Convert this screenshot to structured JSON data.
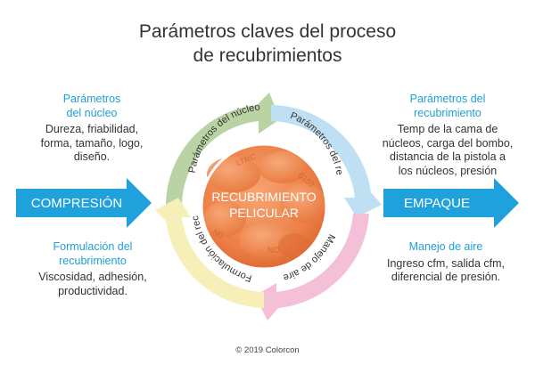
{
  "title": {
    "line1": "Parámetros claves del proceso",
    "line2": "de recubrimientos"
  },
  "left_arrow": {
    "label": "COMPRESIÓN",
    "color": "#1fa2dc"
  },
  "right_arrow": {
    "label": "EMPAQUE",
    "color": "#1fa2dc"
  },
  "center": {
    "line1": "RECUBRIMIENTO",
    "line2": "PELICULAR",
    "tablet_color": "#f0884f"
  },
  "cycle": [
    {
      "label": "Parámetros del núcleo",
      "color": "#b9d3a4"
    },
    {
      "label_line1": "Parámetros del",
      "label_line2": "recubrimiento",
      "color": "#bfe0f3"
    },
    {
      "label": "Manejo de aire",
      "color": "#f4c0d7"
    },
    {
      "label_line1": "Formulación del",
      "label_line2": "recubrimiento",
      "color": "#f6f0b8"
    }
  ],
  "blocks": {
    "top_left": {
      "head1": "Parámetros",
      "head2": "del núcleo",
      "lines": [
        "Dureza, friabilidad,",
        "forma, tamaño, logo,",
        "diseño."
      ]
    },
    "bottom_left": {
      "head1": "Formulación del",
      "head2": "recubrimiento",
      "lines": [
        "Viscosidad, adhesión,",
        "productividad."
      ]
    },
    "top_right": {
      "head1": "Parámetros del",
      "head2": "recubrimiento",
      "lines": [
        "Temp de la cama de",
        "núcleos, carga del bombo,",
        "distancia de la pistola a",
        "los núcleos, presión"
      ]
    },
    "bottom_right": {
      "head1": "Manejo de aire",
      "lines": [
        "Ingreso cfm, salida cfm,",
        "diferencial de presión."
      ]
    }
  },
  "footer": "© 2019 Colorcon"
}
